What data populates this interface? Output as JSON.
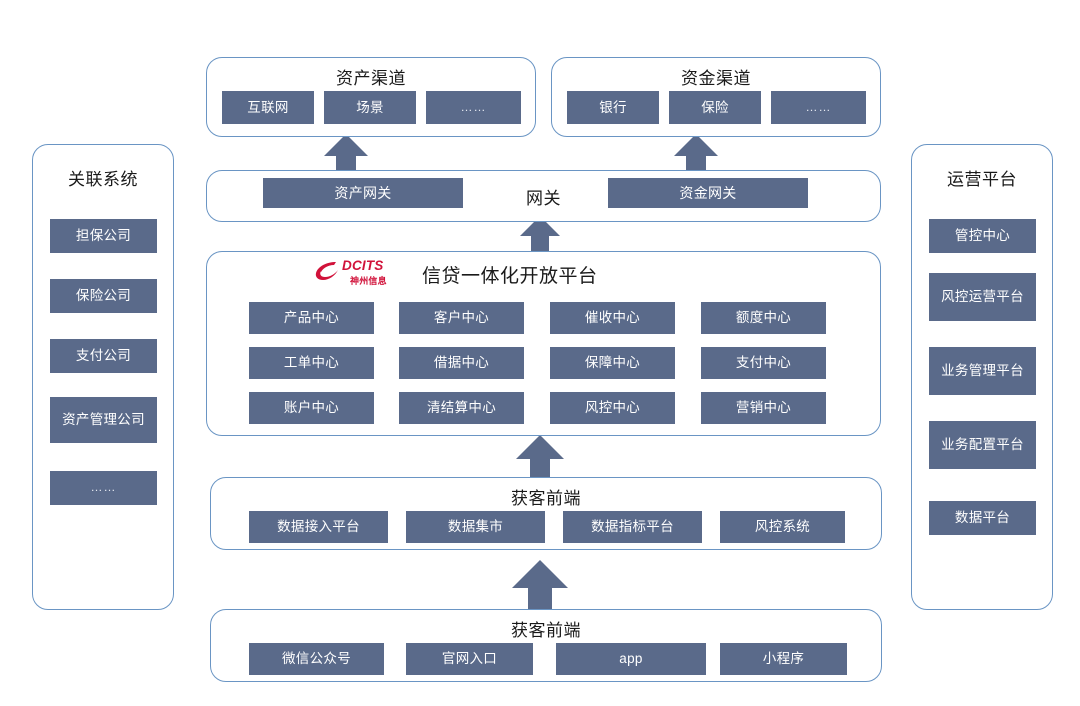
{
  "diagram": {
    "title_text": "信贷一体化开放平台",
    "logo": {
      "word": "DCITS",
      "sub": "神州信息",
      "color": "#d1123a"
    },
    "colors": {
      "chip_fill": "#5a6a8a",
      "panel_border": "#6a95c4",
      "arrow": "#5a6a8a",
      "background": "#ffffff",
      "chip_text": "#ffffff"
    }
  },
  "asset_channel": {
    "title": "资产渠道",
    "items": [
      {
        "label": "互联网"
      },
      {
        "label": "场景"
      },
      {
        "label": "……"
      }
    ]
  },
  "fund_channel": {
    "title": "资金渠道",
    "items": [
      {
        "label": "银行"
      },
      {
        "label": "保险"
      },
      {
        "label": "……"
      }
    ]
  },
  "gateway": {
    "title": "网关",
    "items": [
      {
        "label": "资产网关"
      },
      {
        "label": "资金网关"
      }
    ]
  },
  "platform": {
    "title": "信贷一体化开放平台",
    "centers": [
      {
        "label": "产品中心"
      },
      {
        "label": "客户中心"
      },
      {
        "label": "催收中心"
      },
      {
        "label": "额度中心"
      },
      {
        "label": "工单中心"
      },
      {
        "label": "借据中心"
      },
      {
        "label": "保障中心"
      },
      {
        "label": "支付中心"
      },
      {
        "label": "账户中心"
      },
      {
        "label": "清结算中心"
      },
      {
        "label": "风控中心"
      },
      {
        "label": "营销中心"
      }
    ]
  },
  "data_layer": {
    "title": "获客前端",
    "items": [
      {
        "label": "数据接入平台"
      },
      {
        "label": "数据集市"
      },
      {
        "label": "数据指标平台"
      },
      {
        "label": "风控系统"
      }
    ]
  },
  "frontend_layer": {
    "title": "获客前端",
    "items": [
      {
        "label": "微信公众号"
      },
      {
        "label": "官网入口"
      },
      {
        "label": "app"
      },
      {
        "label": "小程序"
      }
    ]
  },
  "related_systems": {
    "title": "关联系统",
    "items": [
      {
        "label": "担保公司"
      },
      {
        "label": "保险公司"
      },
      {
        "label": "支付公司"
      },
      {
        "label": "资产管理公司"
      },
      {
        "label": "……"
      }
    ]
  },
  "operation_platform": {
    "title": "运营平台",
    "items": [
      {
        "label": "管控中心"
      },
      {
        "label": "风控运营平台"
      },
      {
        "label": "业务管理平台"
      },
      {
        "label": "业务配置平台"
      },
      {
        "label": "数据平台"
      }
    ]
  }
}
